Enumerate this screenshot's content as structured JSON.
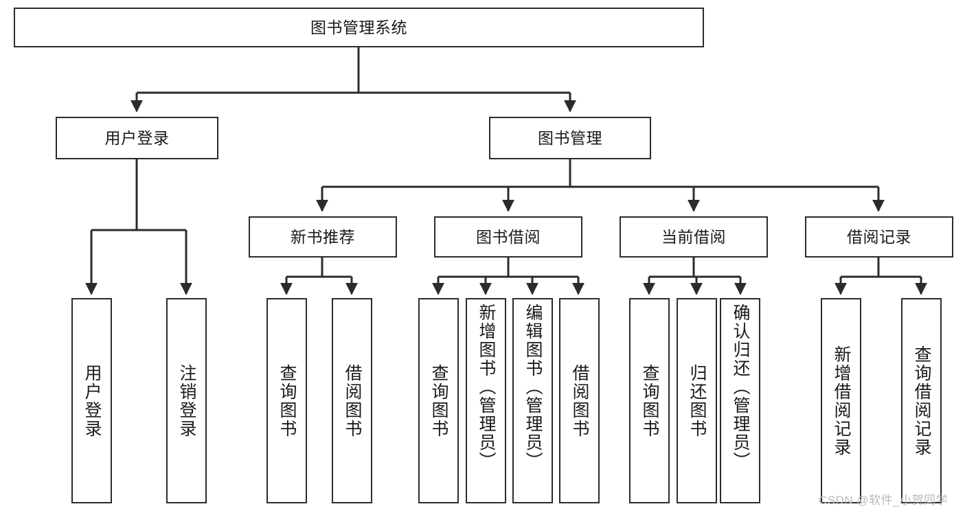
{
  "diagram": {
    "type": "tree-hierarchy-flowchart",
    "title": "图书管理系统",
    "levels": {
      "root": {
        "label": "图书管理系统"
      },
      "level2": [
        {
          "label": "用户登录"
        },
        {
          "label": "图书管理"
        }
      ],
      "level3": [
        {
          "label": "新书推荐"
        },
        {
          "label": "图书借阅"
        },
        {
          "label": "当前借阅"
        },
        {
          "label": "借阅记录"
        }
      ],
      "leaves": [
        {
          "label": "用户登录",
          "parent": "用户登录"
        },
        {
          "label": "注销登录",
          "parent": "用户登录"
        },
        {
          "label": "查询图书",
          "parent": "新书推荐"
        },
        {
          "label": "借阅图书",
          "parent": "新书推荐"
        },
        {
          "label": "查询图书",
          "parent": "图书借阅"
        },
        {
          "label": "新增图书（管理员）",
          "parent": "图书借阅"
        },
        {
          "label": "编辑图书（管理员）",
          "parent": "图书借阅"
        },
        {
          "label": "借阅图书",
          "parent": "图书借阅"
        },
        {
          "label": "查询图书",
          "parent": "当前借阅"
        },
        {
          "label": "归还图书",
          "parent": "当前借阅"
        },
        {
          "label": "确认归还（管理员）",
          "parent": "当前借阅"
        },
        {
          "label": "新增借阅记录",
          "parent": "借阅记录"
        },
        {
          "label": "查询借阅记录",
          "parent": "借阅记录"
        }
      ]
    },
    "colors": {
      "stroke": "#2b2b2b",
      "fill": "#ffffff",
      "text": "#1a1a1a",
      "watermark": "#b9b9b9"
    }
  },
  "watermark": {
    "text": "CSDN @软件_小贺同学"
  }
}
